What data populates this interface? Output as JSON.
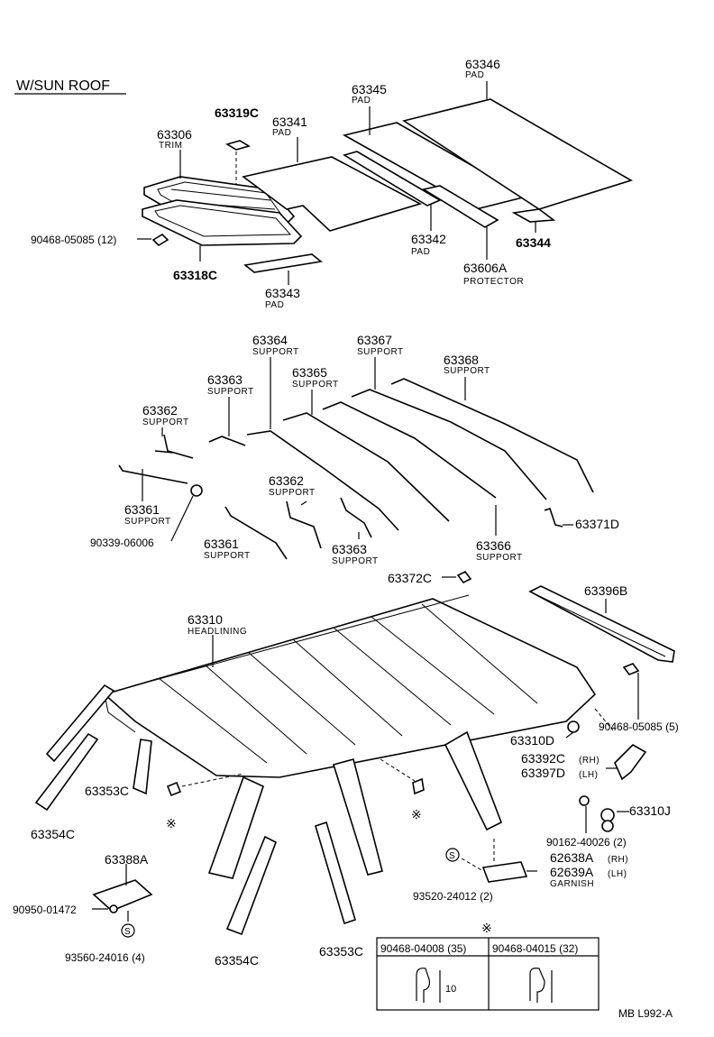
{
  "header": {
    "title": "W/SUN  ROOF"
  },
  "labels": {
    "p63346": "63346",
    "p63346_sub": "PAD",
    "p63345": "63345",
    "p63345_sub": "PAD",
    "p63319C": "63319C",
    "p63341": "63341",
    "p63341_sub": "PAD",
    "p63306": "63306",
    "p63306_sub": "TRIM",
    "p90468_12": "90468-05085 (12)",
    "p63318C": "63318C",
    "p63343": "63343",
    "p63343_sub": "PAD",
    "p63342": "63342",
    "p63342_sub": "PAD",
    "p63344": "63344",
    "p63606A": "63606A",
    "p63606A_sub": "PROTECTOR",
    "p63364": "63364",
    "p63364_sub": "SUPPORT",
    "p63367": "63367",
    "p63367_sub": "SUPPORT",
    "p63368": "63368",
    "p63368_sub": "SUPPORT",
    "p63363a": "63363",
    "p63363a_sub": "SUPPORT",
    "p63365": "63365",
    "p63365_sub": "SUPPORT",
    "p63362a": "63362",
    "p63362a_sub": "SUPPORT",
    "p63361a": "63361",
    "p63361a_sub": "SUPPORT",
    "p90339": "90339-06006",
    "p63362b": "63362",
    "p63362b_sub": "SUPPORT",
    "p63361b": "63361",
    "p63361b_sub": "SUPPORT",
    "p63363b": "63363",
    "p63363b_sub": "SUPPORT",
    "p63366": "63366",
    "p63366_sub": "SUPPORT",
    "p63371D": "63371D",
    "p63372C": "63372C",
    "p63396B": "63396B",
    "p63310": "63310",
    "p63310_sub": "HEADLINING",
    "p90468_5": "90468-05085 (5)",
    "p63310D": "63310D",
    "p63392C": "63392C",
    "p63392C_sub": "(RH)",
    "p63397D": "63397D",
    "p63397D_sub": "(LH)",
    "p63353Ca": "63353C",
    "p63354Ca": "63354C",
    "p63310J": "63310J",
    "p90162": "90162-40026 (2)",
    "p63388A": "63388A",
    "p62638A": "62638A",
    "p62638A_sub": "(RH)",
    "p62639A": "62639A",
    "p62639A_sub": "(LH)",
    "garnish": "GARNISH",
    "p93520": "93520-24012 (2)",
    "p90950": "90950-01472",
    "p93560": "93560-24016 (4)",
    "p63354Cb": "63354C",
    "p63353Cb": "63353C",
    "asterisk": "※",
    "s_mark": "S",
    "clip1": "90468-04008 (35)",
    "clip2": "90468-04015 (32)",
    "dim10": "10",
    "footer": "MB  L992-A"
  }
}
